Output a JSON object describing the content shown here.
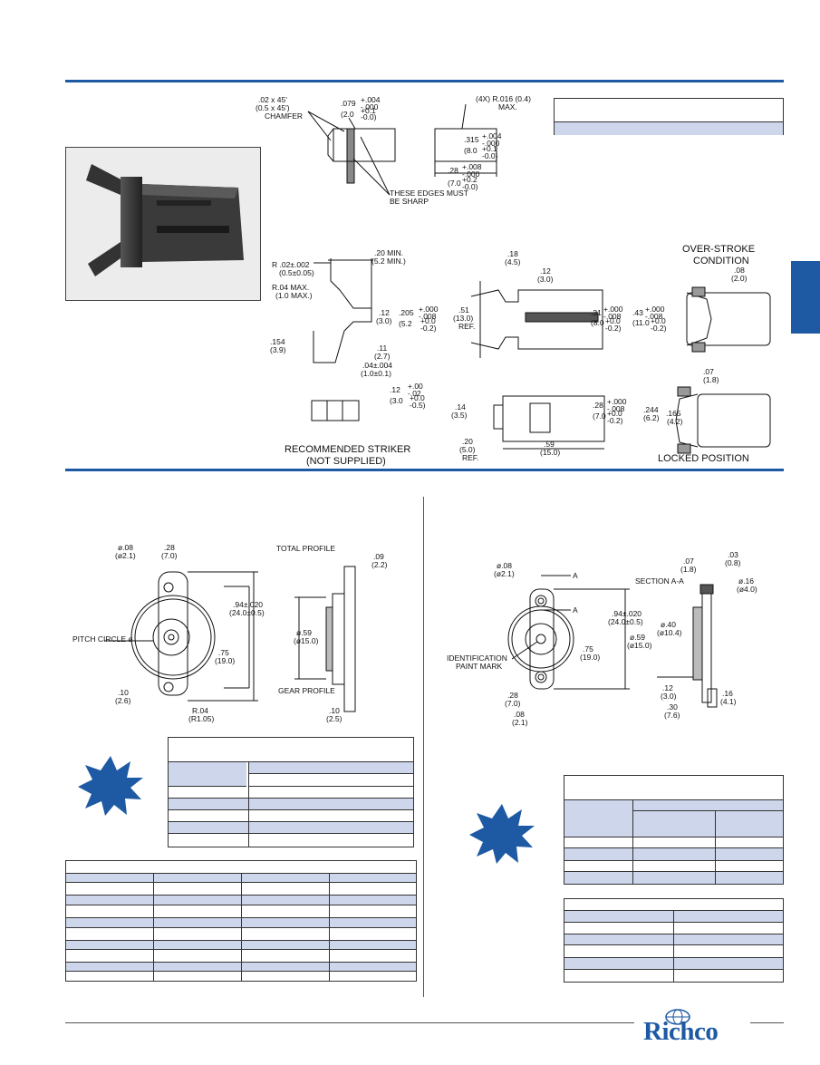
{
  "brand": {
    "logo_text": "Richco",
    "accent": "#1d5aa3",
    "shade": "#cdd6ea"
  },
  "top_section": {
    "chamfer": [
      ".02 x 45'",
      "(0.5 x 45')",
      "CHAMFER"
    ],
    "d079": [
      ".079",
      "+.004",
      "-.000",
      "(2.0",
      "+0.1",
      "-0.0)"
    ],
    "radius": [
      "(4X) R.016 (0.4)",
      "MAX."
    ],
    "d315": [
      ".315",
      "+.004",
      "-.000",
      "(8.0",
      "+0.1",
      "-0.0)"
    ],
    "d28": [
      ".28",
      "+.008",
      "-.000",
      "(7.0",
      "+0.2",
      "-0.0)"
    ],
    "sharp_edges": [
      "THESE EDGES MUST",
      "BE SHARP"
    ],
    "striker": {
      "d20min": [
        ".20 MIN.",
        "(5.2 MIN.)"
      ],
      "r02": [
        "R .02±.002",
        "(0.5±0.05)"
      ],
      "r04": [
        "R.04 MAX.",
        "(1.0 MAX.)"
      ],
      "d12": [
        ".12",
        "(3.0)"
      ],
      "d205": [
        ".205",
        "+.000",
        "-.008",
        "(5.2",
        "+0.0",
        "-0.2)"
      ],
      "d154": [
        ".154",
        "(3.9)"
      ],
      "d11": [
        ".11",
        "(2.7)"
      ],
      "d04": [
        ".04±.004",
        "(1.0±0.1)"
      ],
      "d12b": [
        ".12",
        "+.00",
        "-.02",
        "(3.0",
        "+0.0",
        "-0.5)"
      ],
      "caption": [
        "RECOMMENDED STRIKER",
        "(NOT SUPPLIED)"
      ]
    },
    "latch": {
      "d18": [
        ".18",
        "(4.5)"
      ],
      "d12": [
        ".12",
        "(3.0)"
      ],
      "d51": [
        ".51",
        "(13.0)",
        "REF."
      ],
      "d31": [
        ".31",
        "+.000",
        "-.008",
        "(8.0",
        "+0.0",
        "-0.2)"
      ],
      "d43": [
        ".43",
        "+.000",
        "-.008",
        "(11.0",
        "+0.0",
        "-0.2)"
      ],
      "d14": [
        ".14",
        "(3.5)"
      ],
      "d28": [
        ".28",
        "+.000",
        "-.008",
        "(7.0",
        "+0.0",
        "-0.2)"
      ],
      "d20": [
        ".20",
        "(5.0)",
        "REF."
      ],
      "d59": [
        ".59",
        "(15.0)"
      ]
    },
    "overstroke": {
      "title": [
        "OVER-STROKE",
        "CONDITION"
      ],
      "d08": [
        ".08",
        "(2.0)"
      ]
    },
    "locked": {
      "d07": [
        ".07",
        "(1.8)"
      ],
      "d244": [
        ".244",
        "(6.2)"
      ],
      "d165": [
        ".165",
        "(4.2)"
      ],
      "caption": "LOCKED POSITION"
    }
  },
  "left_section": {
    "d08": [
      "ø.08",
      "(ø2.1)"
    ],
    "d28": [
      ".28",
      "(7.0)"
    ],
    "total_profile": "TOTAL PROFILE",
    "d09": [
      ".09",
      "(2.2)"
    ],
    "d94": [
      ".94±.020",
      "(24.0±0.5)"
    ],
    "pitch_circle": "PITCH CIRCLE ø",
    "d59": [
      "ø.59",
      "(ø15.0)"
    ],
    "d75": [
      ".75",
      "(19.0)"
    ],
    "gear_profile": "GEAR PROFILE",
    "d10": [
      ".10",
      "(2.6)"
    ],
    "r04": [
      "R.04",
      "(R1.05)"
    ],
    "d10b": [
      ".10",
      "(2.5)"
    ]
  },
  "right_section": {
    "d08": [
      "ø.08",
      "(ø2.1)"
    ],
    "section_label_a1": "A",
    "section_label_a2": "A",
    "d94": [
      ".94±.020",
      "(24.0±0.5)"
    ],
    "ident": [
      "IDENTIFICATION",
      "PAINT MARK"
    ],
    "d75": [
      ".75",
      "(19.0)"
    ],
    "d28": [
      ".28",
      "(7.0)"
    ],
    "d08b": [
      ".08",
      "(2.1)"
    ],
    "d07": [
      ".07",
      "(1.8)"
    ],
    "d03": [
      ".03",
      "(0.8)"
    ],
    "section_aa": "SECTION A-A",
    "d16": [
      "ø.16",
      "(ø4.0)"
    ],
    "d40": [
      "ø.40",
      "(ø10.4)"
    ],
    "d59": [
      "ø.59",
      "(ø15.0)"
    ],
    "d12": [
      ".12",
      "(3.0)"
    ],
    "d16b": [
      ".16",
      "(4.1)"
    ],
    "d30": [
      ".30",
      "(7.6)"
    ]
  }
}
